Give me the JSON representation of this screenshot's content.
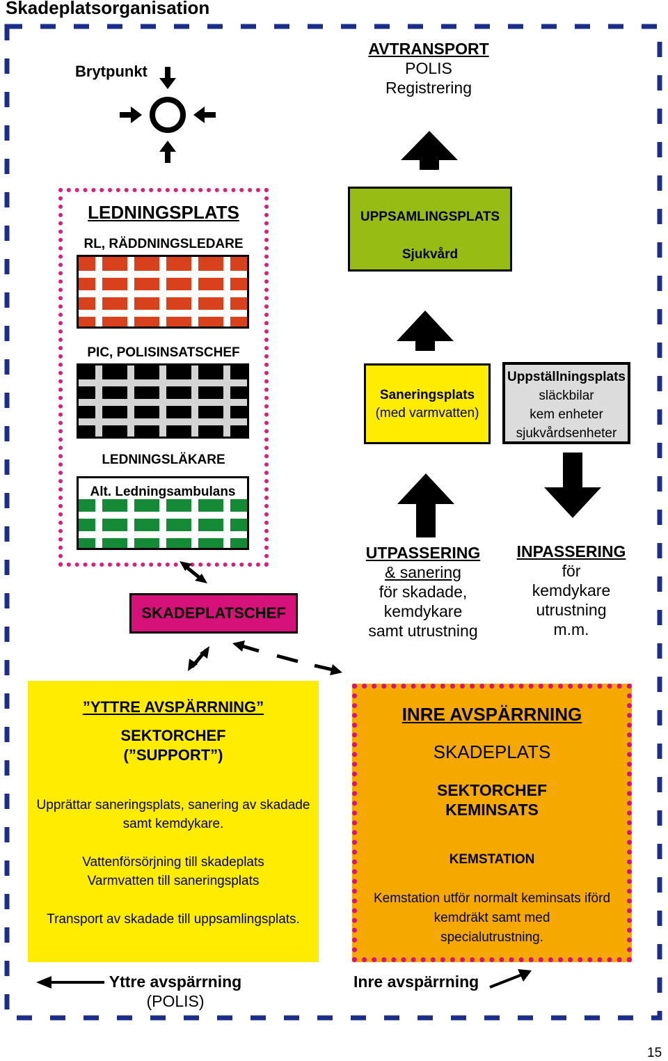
{
  "title": "Skadeplatsorganisation",
  "page_number": "15",
  "colors": {
    "frame": "#1a2e8a",
    "command_frame": "#d81f7a",
    "red": "#d9401c",
    "gray": "#d4d4d4",
    "green": "#158a36",
    "uppsamling": "#97bd14",
    "yellow": "#ffec00",
    "orange": "#f5a800",
    "magenta": "#d6127a"
  },
  "icons": {
    "brytpunkt": "crossroad-circle-icon",
    "arrows": "block-arrow-icon"
  },
  "brytpunkt": {
    "label": "Brytpunkt"
  },
  "avtransport": {
    "title": "AVTRANSPORT",
    "lines": [
      "POLIS",
      "Registrering"
    ]
  },
  "ledningsplats": {
    "title": "LEDNINGSPLATS",
    "rl_label": "RL,  RÄDDNINGSLEDARE",
    "pic_label": "PIC, POLISINSATSCHEF",
    "lakare_label": "LEDNINGSLÄKARE",
    "ambulans_label": "Alt. Ledningsambulans"
  },
  "uppsamlingsplats": {
    "title": "UPPSAMLINGSPLATS",
    "subtitle": "Sjukvård"
  },
  "saneringsplats": {
    "title": "Saneringsplats",
    "subtitle": "(med varmvatten)"
  },
  "uppstallningsplats": {
    "title": "Uppställningsplats",
    "lines": [
      "släckbilar",
      "kem enheter",
      "sjukvårdsenheter"
    ]
  },
  "utpassering": {
    "title": "UTPASSERING",
    "subtitle": "& sanering",
    "lines": [
      "för skadade,",
      "kemdykare",
      "samt utrustning"
    ]
  },
  "inpassering": {
    "title": "INPASSERING",
    "lines": [
      "för",
      "kemdykare",
      "utrustning",
      "m.m."
    ]
  },
  "skadeplatschef": {
    "label": "SKADEPLATSCHEF"
  },
  "yttre": {
    "title": "”YTTRE AVSPÄRRNING”",
    "sektorchef": [
      "SEKTORCHEF",
      "(”SUPPORT”)"
    ],
    "text1": [
      "Upprättar saneringsplats, sanering av skadade",
      "samt  kemdykare."
    ],
    "text2": [
      "Vattenförsörjning till skadeplats",
      "Varmvatten till saneringsplats"
    ],
    "text3": "Transport av skadade till uppsamlingsplats."
  },
  "inre": {
    "title": "INRE AVSPÄRRNING",
    "subtitle": "SKADEPLATS",
    "sektorchef": [
      "SEKTORCHEF",
      "KEMINSATS"
    ],
    "kemstation": "KEMSTATION",
    "text": [
      "Kemstation utför normalt keminsats iförd",
      "kemdräkt samt med",
      "specialutrustning."
    ]
  },
  "legend": {
    "yttre_label": "Yttre avspärrning",
    "yttre_sub": "(POLIS)",
    "inre_label": "Inre avspärrning"
  }
}
